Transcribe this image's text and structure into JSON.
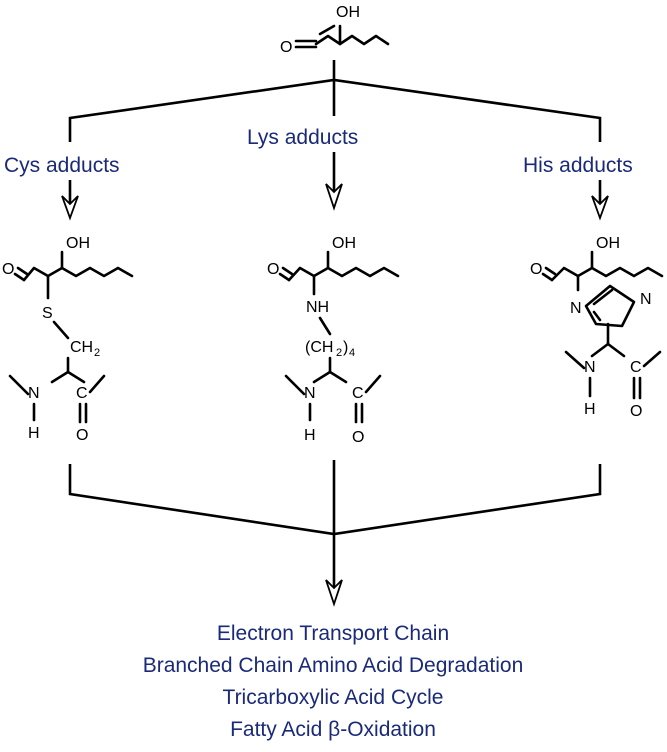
{
  "atoms": {
    "oh": "OH",
    "o": "O",
    "s": "S",
    "ch2": "CH",
    "sub2": "2",
    "nh": "NH",
    "paren_ch2": "(CH",
    "paren_close4": ")",
    "sub4": "4",
    "n": "N",
    "h": "H",
    "c": "C"
  },
  "branches": {
    "cys": "Cys adducts",
    "lys": "Lys  adducts",
    "his": "His adducts"
  },
  "outcomes": [
    "Electron Transport Chain",
    "Branched Chain Amino Acid Degradation",
    "Tricarboxylic Acid Cycle",
    "Fatty Acid β-Oxidation"
  ]
}
